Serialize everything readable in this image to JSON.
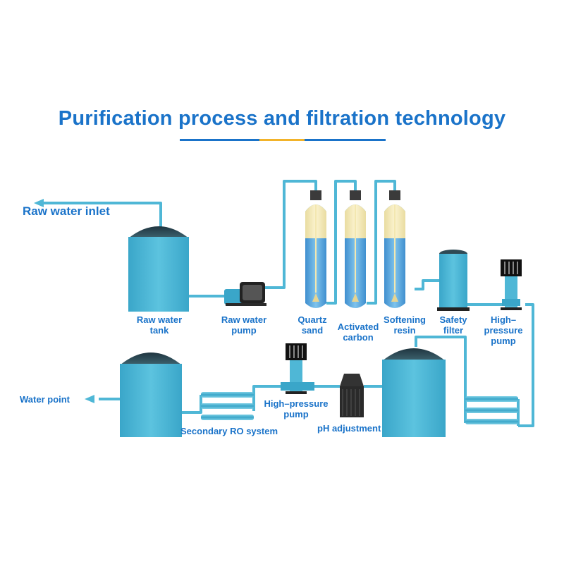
{
  "title": "Purification process and filtration technology",
  "colors": {
    "title": "#1a73c9",
    "underline": "#1a73c9",
    "underline_accent": "#f2b32a",
    "tank_body": "#4fb7d6",
    "tank_top": "#2f4a55",
    "pipe": "#4fb7d6",
    "vessel_water": "#4a9fd8",
    "vessel_sand": "#f3e7b0",
    "pump_black": "#222222"
  },
  "labels": {
    "raw_water_inlet": "Raw water inlet",
    "raw_water_tank": "Raw water\ntank",
    "raw_water_pump": "Raw water\npump",
    "quartz_sand": "Quartz\nsand",
    "activated_carbon": "Activated\ncarbon",
    "softening_resin": "Softening\nresin",
    "safety_filter": "Safety\nfilter",
    "high_pressure_pump_1": "High–\npressure\npump",
    "water_point": "Water point",
    "high_pressure_pump_2": "High–pressure\npump",
    "secondary_ro_system": "Secondary RO system",
    "ph_adjustment": "pH adjustment"
  }
}
